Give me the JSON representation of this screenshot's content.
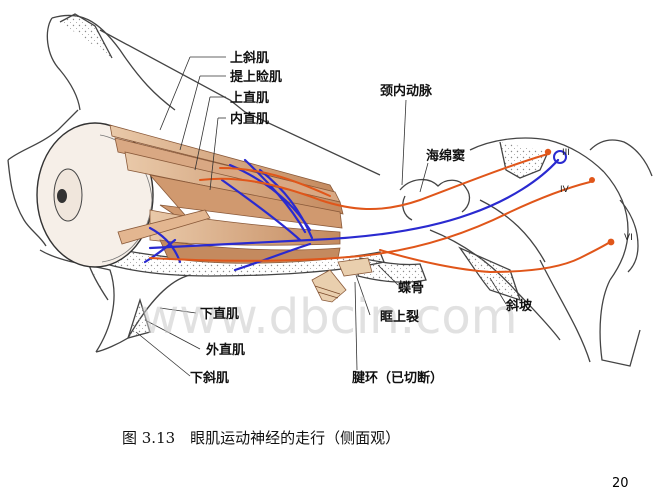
{
  "labels": {
    "superior_oblique": "上斜肌",
    "levator": "提上睑肌",
    "superior_rectus": "上直肌",
    "medial_rectus": "内直肌",
    "internal_carotid": "颈内动脉",
    "cavernous_sinus": "海绵窦",
    "sphenoid": "蝶骨",
    "superior_orbital_fissure": "眶上裂",
    "clivus": "斜坡",
    "inferior_rectus": "下直肌",
    "lateral_rectus": "外直肌",
    "inferior_oblique": "下斜肌",
    "tendinous_ring": "腱环（已切断）"
  },
  "nerve_numerals": {
    "iii": "III",
    "iv": "IV",
    "vi": "VI"
  },
  "caption": "图 3.13　眼肌运动神经的走行（侧面观）",
  "watermark": "www.dbcin.com",
  "page_number": "20",
  "colors": {
    "nerve_blue": "#2a2ad0",
    "nerve_orange": "#e0561a",
    "muscle": "#b9764a",
    "bone": "#555555"
  }
}
